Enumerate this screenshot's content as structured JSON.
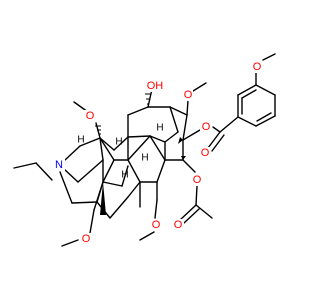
{
  "structure": {
    "atom_labels": {
      "o_hydroxyl": "OH",
      "o_methoxy_top": "O",
      "o_ester_benzoate": "O",
      "o_benzoate_carbonyl": "O",
      "o_para_methoxy": "O",
      "o_methoxy_left": "O",
      "o_methoxy_mid": "O",
      "o_methoxymethyl": "O",
      "o_acetate_ester": "O",
      "o_acetate_carbonyl": "O",
      "n_amine": "N",
      "h_stereo_1": "H",
      "h_stereo_2": "H",
      "h_stereo_3": "H",
      "h_stereo_4": "H",
      "h_stereo_5": "H"
    },
    "colors": {
      "bond": "#000000",
      "oxygen": "#ff0000",
      "nitrogen": "#0000ff",
      "background": "#ffffff"
    }
  }
}
